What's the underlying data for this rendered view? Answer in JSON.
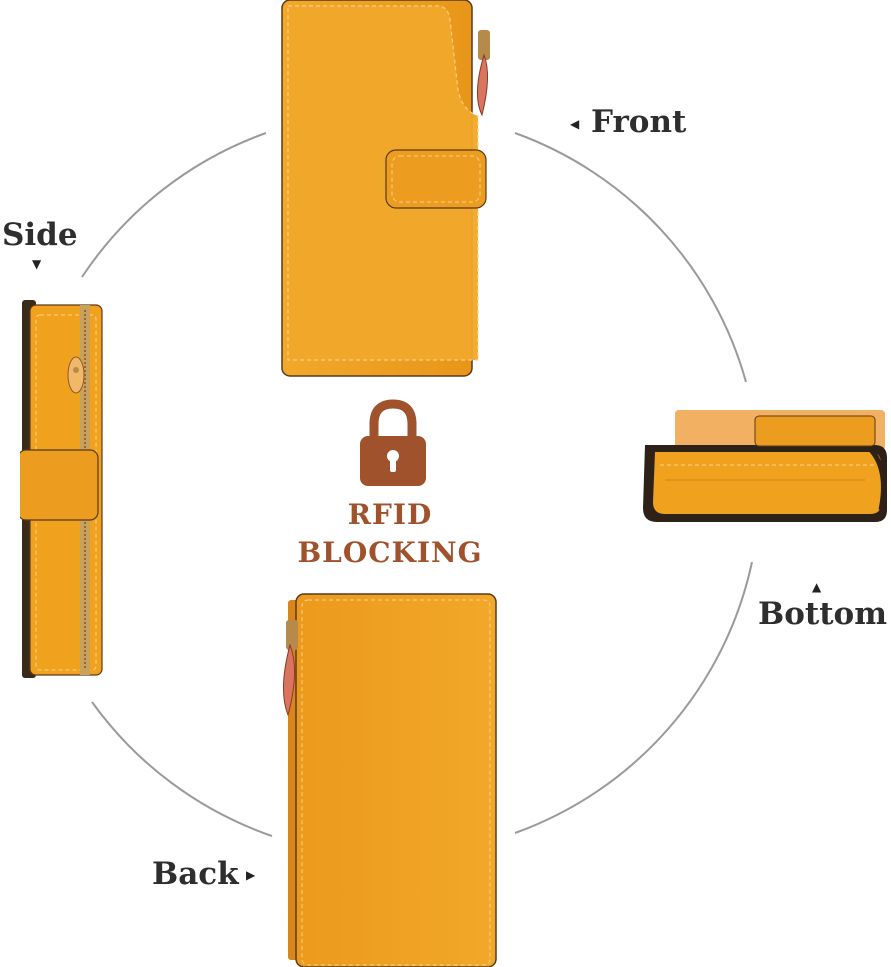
{
  "views": {
    "front": "Front",
    "side": "Side",
    "bottom": "Bottom",
    "back": "Back"
  },
  "badge": {
    "line1": "RFID",
    "line2": "BLOCKING",
    "icon": "lock-icon"
  },
  "colors": {
    "leather": "#f0a21e",
    "leather_dark": "#d8861a",
    "stitch": "#f7d28a",
    "badge": "#a0522d",
    "zipper_pull": "#d9745e",
    "arc": "#9a9a9a"
  }
}
